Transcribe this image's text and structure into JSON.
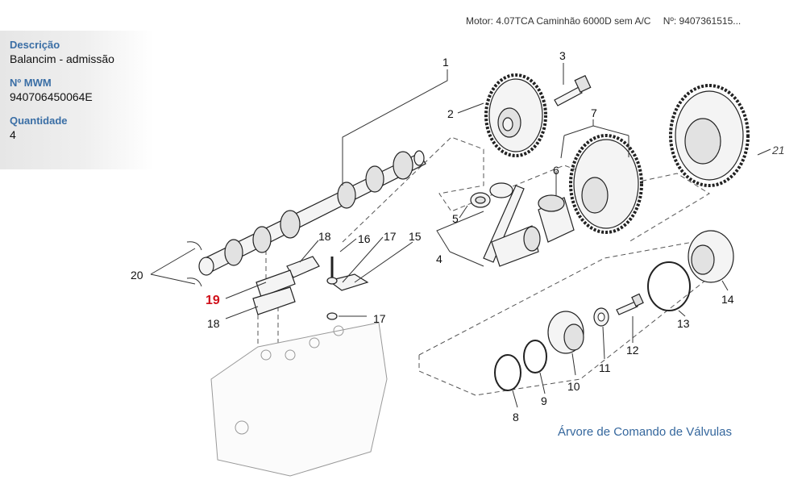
{
  "header": {
    "motor": "Motor: 4.07TCA Caminhão 6000D sem A/C",
    "numero": "Nº: 9407361515..."
  },
  "details": {
    "descricao_label": "Descrição",
    "descricao_value": "Balancim - admissão",
    "mwm_label": "Nº MWM",
    "mwm_value": "940706450064E",
    "quantidade_label": "Quantidade",
    "quantidade_value": "4"
  },
  "diagram": {
    "title": "Árvore de Comando de Válvulas",
    "highlight_color": "#d0101a",
    "callouts": {
      "c1": "1",
      "c2": "2",
      "c3": "3",
      "c4": "4",
      "c5": "5",
      "c6": "6",
      "c7": "7",
      "c8": "8",
      "c9": "9",
      "c10": "10",
      "c11": "11",
      "c12": "12",
      "c13": "13",
      "c14": "14",
      "c15": "15",
      "c16": "16",
      "c17a": "17",
      "c17b": "17",
      "c18a": "18",
      "c18b": "18",
      "c19": "19",
      "c20": "20",
      "c21": "21"
    }
  }
}
